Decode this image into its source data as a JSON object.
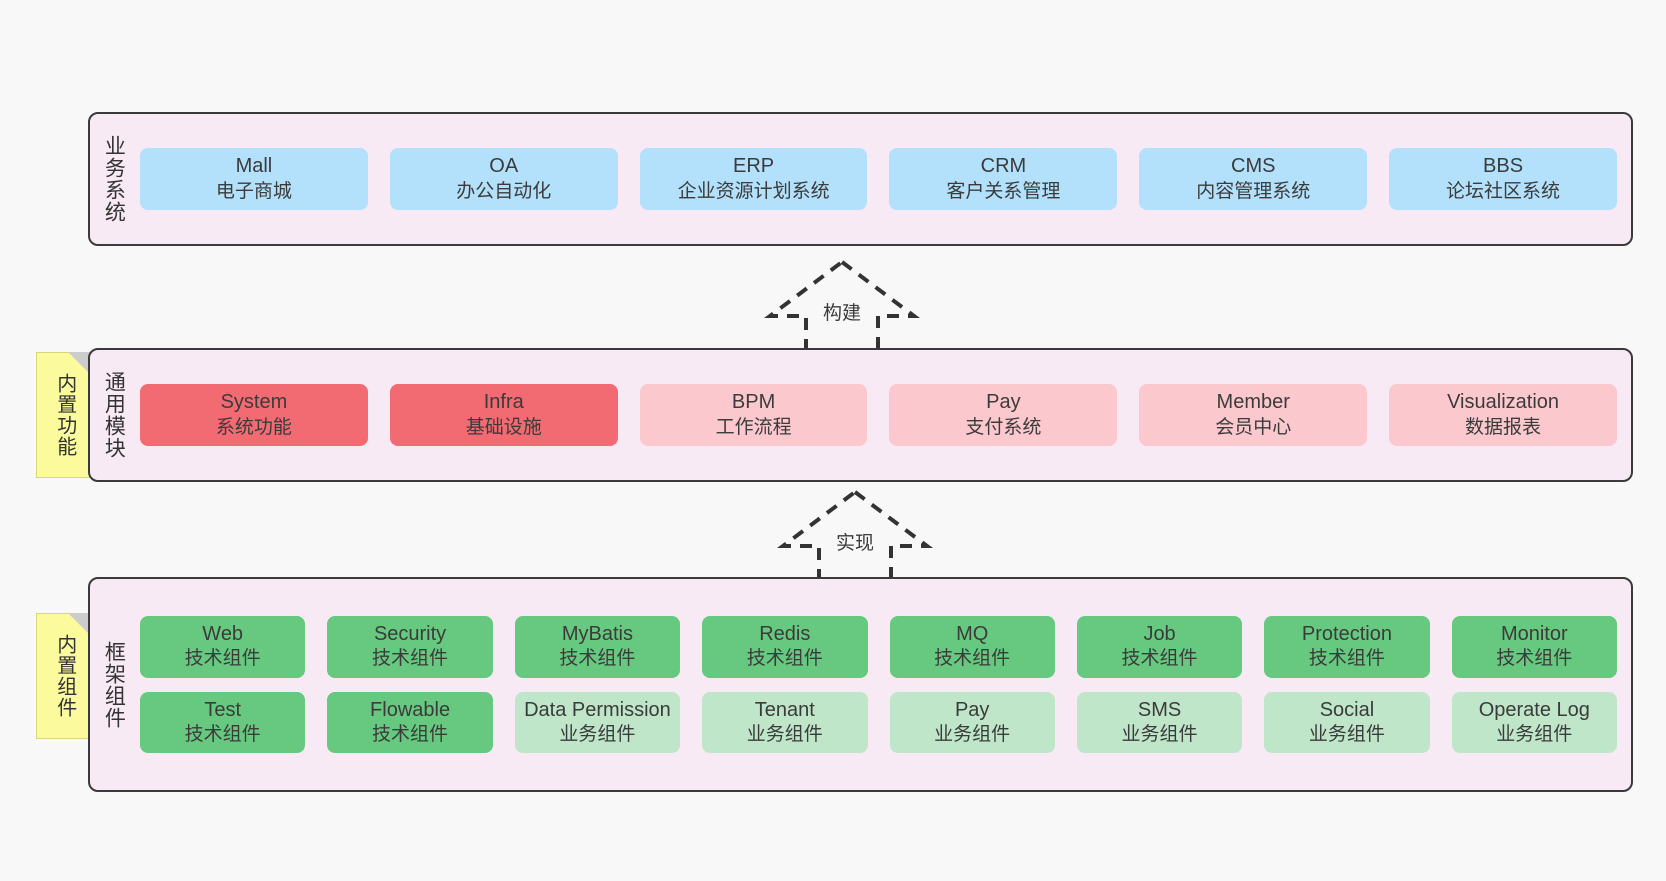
{
  "page": {
    "background": "#f8f8f8",
    "container_bg": "#f8eaf4",
    "container_border": "#3a3a3a"
  },
  "palette": {
    "blue": "#b3e0fb",
    "red": "#f26a72",
    "pink": "#fbc8ce",
    "green": "#66c97f",
    "light_green": "#bfe6c8",
    "note_yellow": "#fbfb9e",
    "note_fold": "#cccccc"
  },
  "notes": [
    {
      "label": "内置功能"
    },
    {
      "label": "内置组件"
    }
  ],
  "arrows": [
    {
      "label": "构建",
      "style": "dashed-hollow-up"
    },
    {
      "label": "实现",
      "style": "dashed-hollow-up"
    }
  ],
  "layers": [
    {
      "title": "业务系统",
      "rows": [
        {
          "cards": [
            {
              "en": "Mall",
              "cn": "电子商城",
              "color": "blue"
            },
            {
              "en": "OA",
              "cn": "办公自动化",
              "color": "blue"
            },
            {
              "en": "ERP",
              "cn": "企业资源计划系统",
              "color": "blue"
            },
            {
              "en": "CRM",
              "cn": "客户关系管理",
              "color": "blue"
            },
            {
              "en": "CMS",
              "cn": "内容管理系统",
              "color": "blue"
            },
            {
              "en": "BBS",
              "cn": "论坛社区系统",
              "color": "blue"
            }
          ]
        }
      ]
    },
    {
      "title": "通用模块",
      "rows": [
        {
          "cards": [
            {
              "en": "System",
              "cn": "系统功能",
              "color": "red"
            },
            {
              "en": "Infra",
              "cn": "基础设施",
              "color": "red"
            },
            {
              "en": "BPM",
              "cn": "工作流程",
              "color": "pink"
            },
            {
              "en": "Pay",
              "cn": "支付系统",
              "color": "pink"
            },
            {
              "en": "Member",
              "cn": "会员中心",
              "color": "pink"
            },
            {
              "en": "Visualization",
              "cn": "数据报表",
              "color": "pink"
            }
          ]
        }
      ]
    },
    {
      "title": "框架组件",
      "rows": [
        {
          "cards": [
            {
              "en": "Web",
              "cn": "技术组件",
              "color": "green"
            },
            {
              "en": "Security",
              "cn": "技术组件",
              "color": "green"
            },
            {
              "en": "MyBatis",
              "cn": "技术组件",
              "color": "green"
            },
            {
              "en": "Redis",
              "cn": "技术组件",
              "color": "green"
            },
            {
              "en": "MQ",
              "cn": "技术组件",
              "color": "green"
            },
            {
              "en": "Job",
              "cn": "技术组件",
              "color": "green"
            },
            {
              "en": "Protection",
              "cn": "技术组件",
              "color": "green"
            },
            {
              "en": "Monitor",
              "cn": "技术组件",
              "color": "green"
            }
          ]
        },
        {
          "cards": [
            {
              "en": "Test",
              "cn": "技术组件",
              "color": "green"
            },
            {
              "en": "Flowable",
              "cn": "技术组件",
              "color": "green"
            },
            {
              "en": "Data Permission",
              "cn": "业务组件",
              "color": "light_green"
            },
            {
              "en": "Tenant",
              "cn": "业务组件",
              "color": "light_green"
            },
            {
              "en": "Pay",
              "cn": "业务组件",
              "color": "light_green"
            },
            {
              "en": "SMS",
              "cn": "业务组件",
              "color": "light_green"
            },
            {
              "en": "Social",
              "cn": "业务组件",
              "color": "light_green"
            },
            {
              "en": "Operate Log",
              "cn": "业务组件",
              "color": "light_green"
            }
          ]
        }
      ]
    }
  ]
}
